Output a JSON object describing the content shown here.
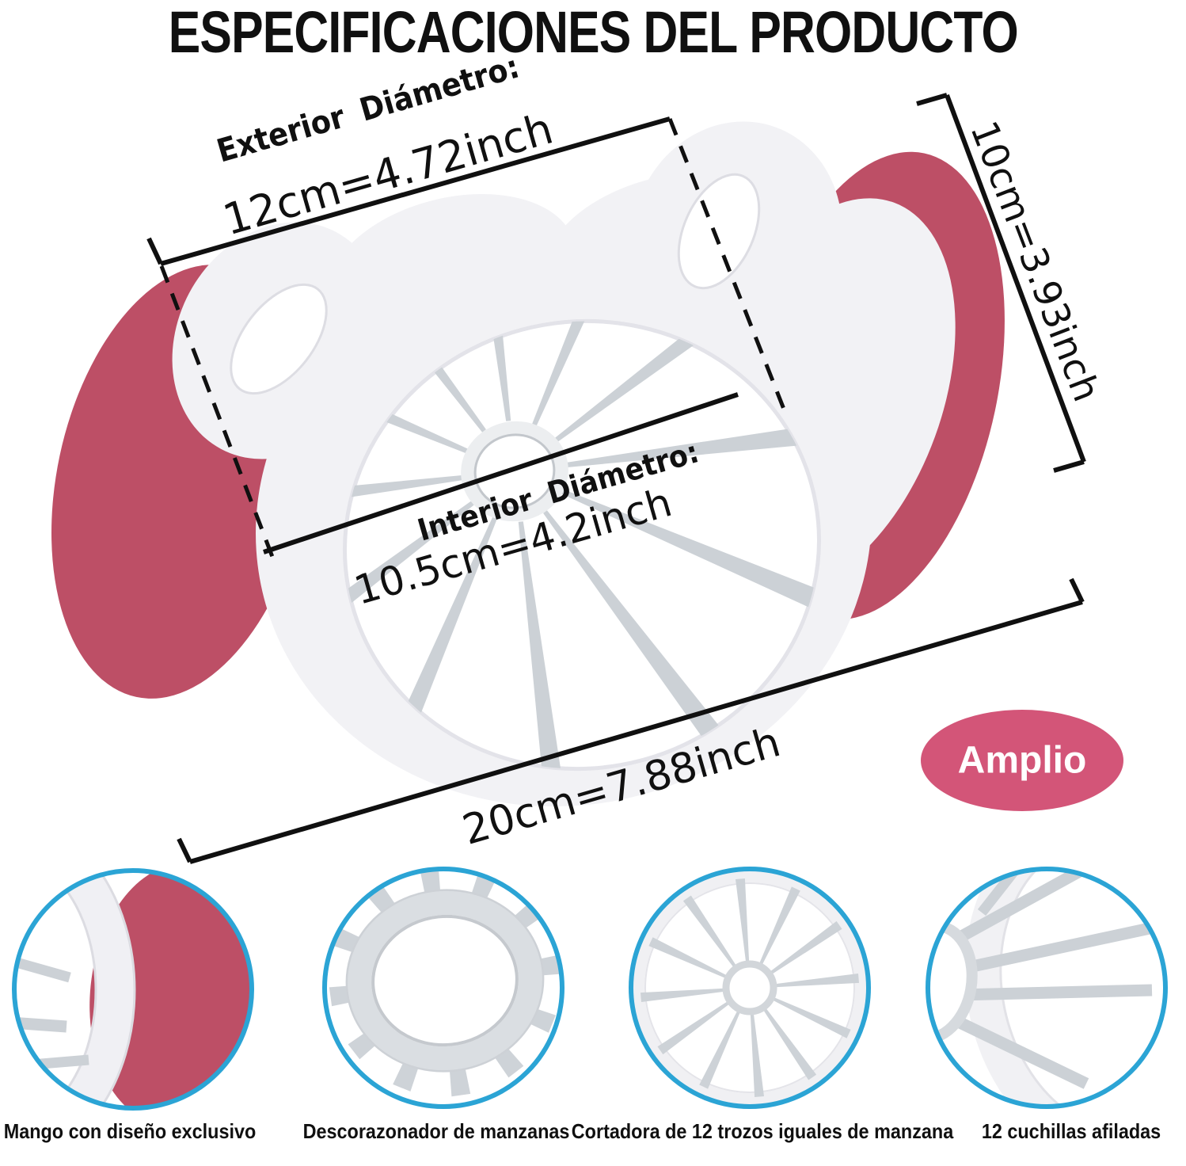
{
  "title": "ESPECIFICACIONES DEL PRODUCTO",
  "annotations": {
    "exterior": {
      "label": "Exterior Diámetro:",
      "value": "12cm=4.72inch"
    },
    "interior": {
      "label": "Interior Diámetro:",
      "value": "10.5cm=4.2inch"
    },
    "height": {
      "value": "10cm=3.93inch"
    },
    "width": {
      "value": "20cm=7.88inch"
    }
  },
  "badge": {
    "label": "Amplio"
  },
  "features": [
    {
      "caption": "Mango con diseño exclusivo"
    },
    {
      "caption": "Descorazonador de manzanas"
    },
    {
      "caption": "Cortadora de 12 trozos iguales de manzana"
    },
    {
      "caption": "12 cuchillas afiladas"
    }
  ],
  "colors": {
    "handle_red": "#bd4f66",
    "badge_pink": "#d35578",
    "feature_ring_blue": "#2ba4d5",
    "blade_gray": "#ccd1d6",
    "line_black": "#101010",
    "body_white": "#f2f2f5"
  },
  "blade_count": 12
}
